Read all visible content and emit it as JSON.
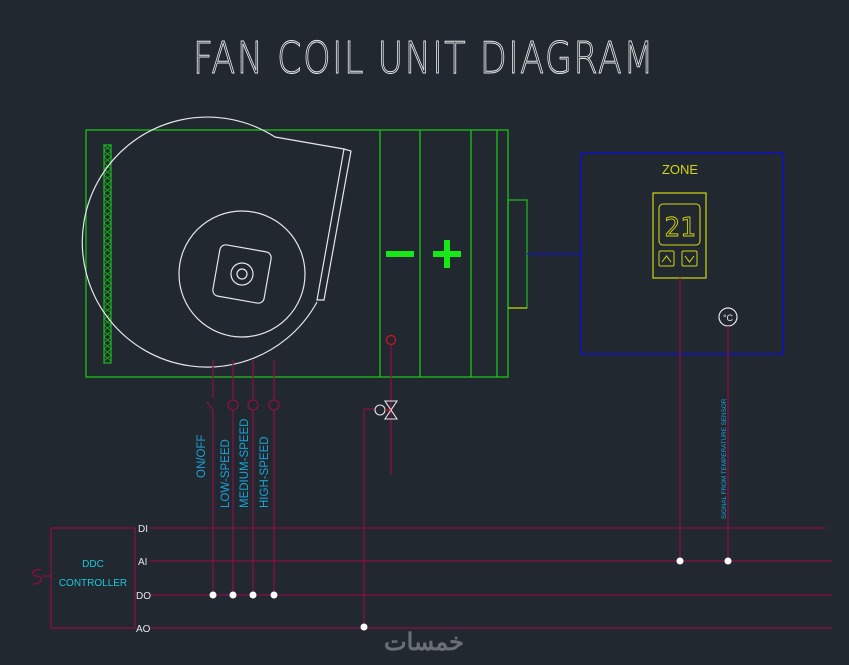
{
  "title": "FAN COIL UNIT DIAGRAM",
  "colors": {
    "background": "#212830",
    "unit_outline": "#19c219",
    "coil_symbol": "#18e818",
    "wire": "#8a0f45",
    "zone_outline": "#1010c0",
    "thermostat": "#d4d414",
    "label_cyan": "#1aa3d8",
    "white": "#e6e6e6",
    "sensor_red": "#d81020"
  },
  "unit": {
    "cooling_coil_symbol": "−",
    "heating_coil_symbol": "+"
  },
  "zone": {
    "label": "ZONE",
    "thermostat": {
      "display_value": "21",
      "up_button": "up",
      "down_button": "down"
    },
    "sensor_symbol": "°C"
  },
  "fan_signals": [
    {
      "label": "ON/OFF"
    },
    {
      "label": "LOW-SPEED"
    },
    {
      "label": "MEDIUM-SPEED"
    },
    {
      "label": "HIGH-SPEED"
    }
  ],
  "sensor_signal_label": "SIGNAL FROM TEMPERATURE SENSOR",
  "controller": {
    "line1": "DDC",
    "line2": "CONTROLLER",
    "ports": [
      "DI",
      "AI",
      "DO",
      "AO"
    ]
  },
  "watermark": "خمسات"
}
